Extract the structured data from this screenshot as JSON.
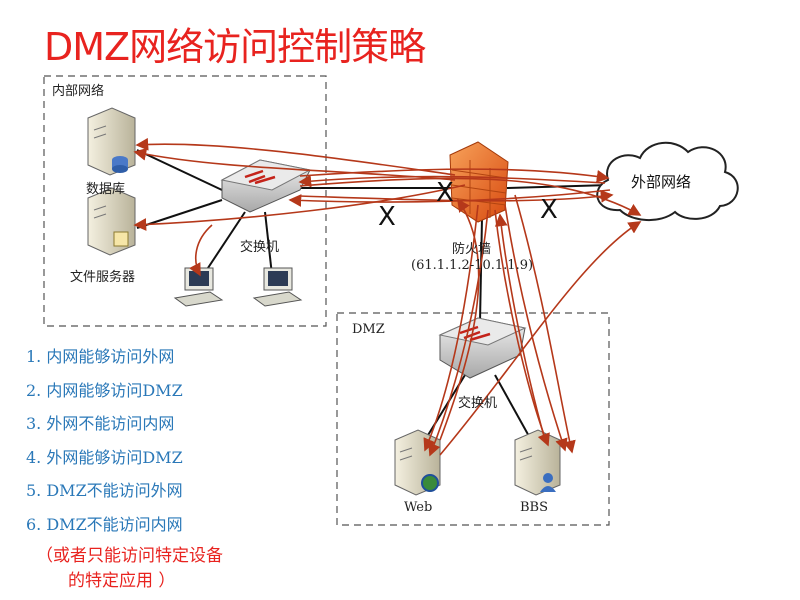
{
  "title": "DMZ网络访问控制策略",
  "zones": {
    "internal": "内部网络",
    "dmz": "DMZ",
    "external": "外部网络"
  },
  "devices": {
    "database": "数据库",
    "file_server": "文件服务器",
    "internal_switch": "交换机",
    "firewall": "防火墙",
    "firewall_address": "(61.1.1.2-10.1.1.9)",
    "dmz_switch": "交换机",
    "web_server": "Web",
    "bbs_server": "BBS"
  },
  "blocked_marker": "X",
  "policies": [
    "1. 内网能够访问外网",
    "2. 内网能够访问DMZ",
    "3. 外网不能访问内网",
    "4. 外网能够访问DMZ",
    "5. DMZ不能访问外网",
    "6. DMZ不能访问内网"
  ],
  "note": {
    "line1": "（或者只能访问特定设备",
    "line2": "的特定应用 ）"
  },
  "colors": {
    "title": "#e8231f",
    "policy_text": "#2a78b8",
    "flow_arrows": "#b5381a",
    "firewall": "#e8641a"
  }
}
